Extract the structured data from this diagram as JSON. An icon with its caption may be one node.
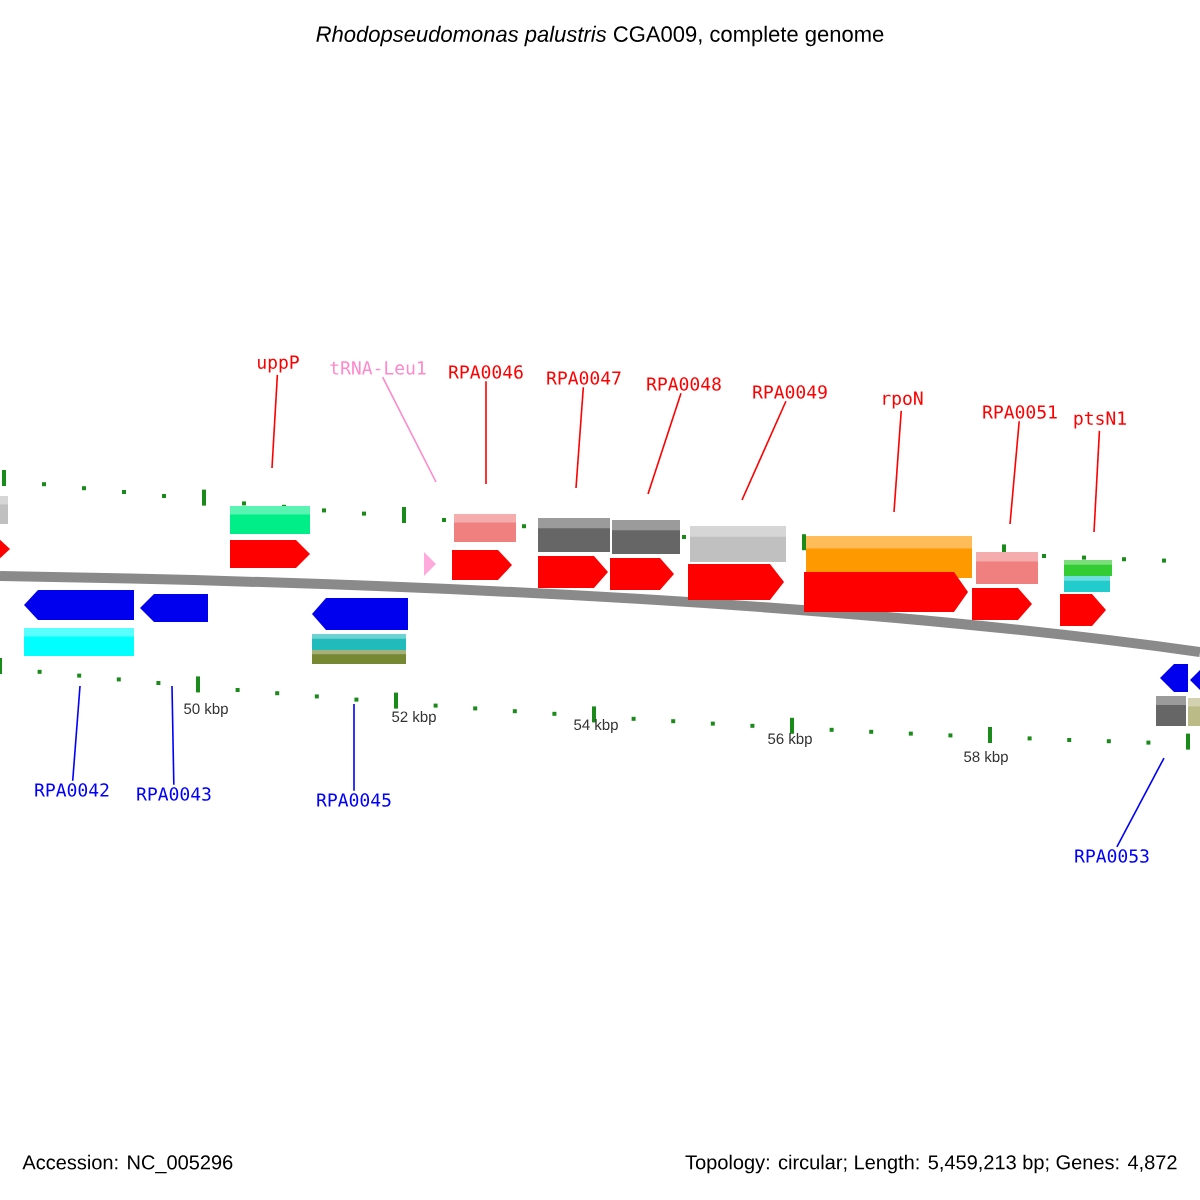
{
  "diagram": {
    "title": "*Rhodopseudomonas palustris* CGA009, complete genome",
    "nodes": [
      {
        "text": [
          "uppP"
        ]
      },
      {
        "text": [
          "tRNA-Leu1"
        ]
      },
      {
        "text": [
          "RPA0046"
        ]
      },
      {
        "text": [
          "RPA0047"
        ]
      },
      {
        "text": [
          "RPA0048"
        ]
      },
      {
        "text": [
          "RPA0049"
        ]
      },
      {
        "text": [
          "rpoN"
        ]
      },
      {
        "text": [
          "RPA0051"
        ]
      },
      {
        "text": [
          "ptsN1"
        ]
      },
      {
        "text": [
          "RPA0042"
        ]
      },
      {
        "text": [
          "RPA0043"
        ]
      },
      {
        "text": [
          "RPA0045"
        ]
      },
      {
        "text": [
          "RPA0053"
        ]
      }
    ],
    "edges": [
      {
        "from": 0,
        "to": null,
        "arrow": "none"
      },
      {
        "from": 1,
        "to": null,
        "arrow": "none",
        "color": "#ff88cc"
      },
      {
        "from": 2,
        "to": null,
        "arrow": "none"
      },
      {
        "from": 3,
        "to": null,
        "arrow": "none"
      },
      {
        "from": 4,
        "to": null,
        "arrow": "none"
      },
      {
        "from": 5,
        "to": null,
        "arrow": "none"
      },
      {
        "from": 6,
        "to": null,
        "arrow": "none"
      },
      {
        "from": 7,
        "to": null,
        "arrow": "none"
      },
      {
        "from": 8,
        "to": null,
        "arrow": "none"
      },
      {
        "from": 9,
        "to": null,
        "arrow": "none",
        "color": "#0000ff"
      },
      {
        "from": 10,
        "to": null,
        "arrow": "none",
        "color": "#0000ff"
      },
      {
        "from": 11,
        "to": null,
        "arrow": "none",
        "color": "#0000ff"
      },
      {
        "from": 12,
        "to": null,
        "arrow": "none",
        "color": "#0000ff"
      }
    ],
    "labels": [
      "50 kbp",
      "52 kbp",
      "54 kbp",
      "56 kbp",
      "58 kbp",
      "Accession: NC_005296",
      "Topology: circular; Length: 5,459,213 bp; Genes: 4,872"
    ]
  }
}
